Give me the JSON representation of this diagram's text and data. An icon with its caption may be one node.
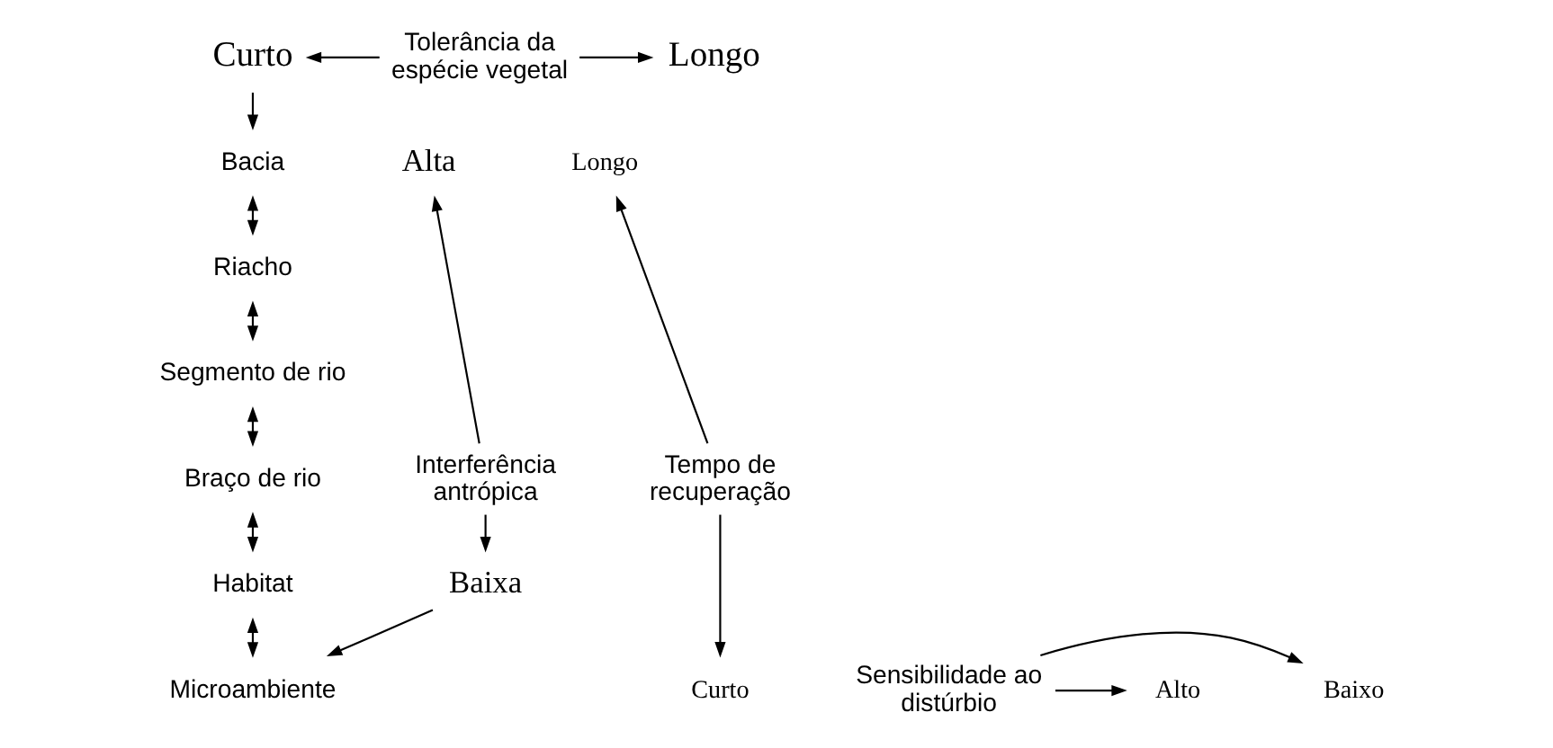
{
  "diagram": {
    "nodes": [
      {
        "text": [
          "Curto"
        ]
      },
      {
        "text": [
          "Tolerância da espécie vegetal"
        ]
      },
      {
        "text": [
          "Longo"
        ]
      },
      {
        "text": [
          "Longo"
        ]
      },
      {
        "text": [
          "Bacia"
        ]
      },
      {
        "text": [
          "Alta"
        ]
      },
      {
        "text": [
          "Riacho"
        ]
      },
      {
        "text": [
          "Tempo de recuperação"
        ]
      },
      {
        "text": [
          "Segmento de rio"
        ]
      },
      {
        "text": [
          "Braço de rio"
        ]
      },
      {
        "text": [
          "Interferência antrópica"
        ]
      },
      {
        "text": [
          "Habitat"
        ]
      },
      {
        "text": [
          "Microambiente"
        ]
      },
      {
        "text": [
          "Curto"
        ]
      },
      {
        "text": [
          "Baixa"
        ]
      },
      {
        "text": [
          "Baixo"
        ]
      },
      {
        "text": [
          "Sensibilidade ao distúrbio"
        ]
      },
      {
        "text": [
          "Alto"
        ]
      }
    ],
    "edges": [
      {
        "from": 1,
        "to": 0,
        "arrow": "to"
      },
      {
        "from": 1,
        "to": 2,
        "arrow": "to"
      },
      {
        "from": 0,
        "to": 4,
        "arrow": "to"
      },
      {
        "from": 4,
        "to": 6,
        "arrow": "both"
      },
      {
        "from": 6,
        "to": 8,
        "arrow": "both"
      },
      {
        "from": 8,
        "to": 9,
        "arrow": "both"
      },
      {
        "from": 9,
        "to": 11,
        "arrow": "both"
      },
      {
        "from": 11,
        "to": 12,
        "arrow": "both"
      },
      {
        "from": 14,
        "to": 12,
        "arrow": "to"
      },
      {
        "from": 7,
        "to": 3,
        "arrow": "to"
      },
      {
        "from": 7,
        "to": 13,
        "arrow": "to"
      },
      {
        "from": 10,
        "to": 5,
        "arrow": "to"
      },
      {
        "from": 10,
        "to": 14,
        "arrow": "to"
      },
      {
        "from": 16,
        "to": 15,
        "arrow": "to"
      },
      {
        "from": 16,
        "to": 17,
        "arrow": "to"
      }
    ]
  }
}
